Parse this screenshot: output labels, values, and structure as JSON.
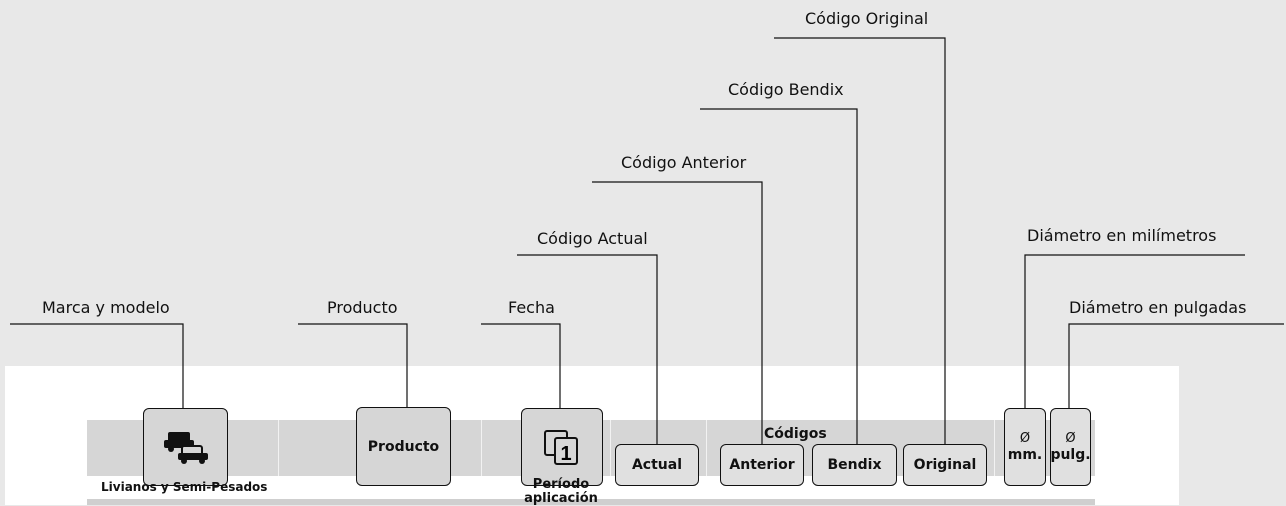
{
  "callouts": {
    "marca": "Marca y modelo",
    "producto": "Producto",
    "fecha": "Fecha",
    "actual": "Código Actual",
    "anterior": "Código Anterior",
    "bendix": "Código Bendix",
    "original": "Código Original",
    "diam_mm": "Diámetro en milímetros",
    "diam_pulg": "Diámetro en pulgadas"
  },
  "header": {
    "vehicle_label": "Livianos y Semi-Pesados",
    "producto": "Producto",
    "periodo": "Período aplicación",
    "codigos": "Códigos",
    "actual": "Actual",
    "anterior": "Anterior",
    "bendix": "Bendix",
    "original": "Original",
    "diam_symbol": "Ø",
    "mm": "mm.",
    "pulg": "pulg."
  },
  "icons": [
    "vehicles-icon",
    "calendar-icon"
  ]
}
